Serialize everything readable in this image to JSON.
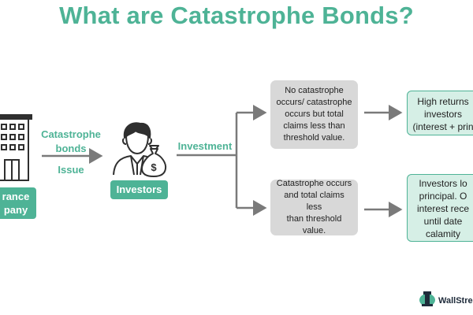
{
  "title": "What are Catastrophe Bonds?",
  "insurer": {
    "label_line1": "rance",
    "label_line2": "pany"
  },
  "arrow1": {
    "label_top": "Catastrophe",
    "label_mid": "bonds",
    "label_bottom": "Issue"
  },
  "investors": {
    "label": "Investors"
  },
  "investment_label": "Investment",
  "upper_condition": {
    "lines": [
      "No catastrophe",
      "occurs/ catastrophe",
      "occurs but total",
      "claims less than",
      "threshold value."
    ]
  },
  "lower_condition": {
    "lines": [
      "Catastrophe occurs",
      "and total claims less",
      "than threshold",
      "value."
    ]
  },
  "upper_outcome": {
    "lines": [
      "High returns",
      "investors",
      "(interest + prin"
    ]
  },
  "lower_outcome": {
    "lines": [
      "Investors lo",
      "principal. O",
      "interest rece",
      "until date",
      "calamity"
    ]
  },
  "brand": {
    "text": "WallStre"
  },
  "colors": {
    "accent": "#4eb396",
    "mint": "#d6efe6",
    "grey_box": "#d8d8d8",
    "arrow": "#7a7a7a"
  },
  "icons": [
    "building-icon",
    "investor-with-money-bag-icon",
    "brand-logo-icon"
  ]
}
